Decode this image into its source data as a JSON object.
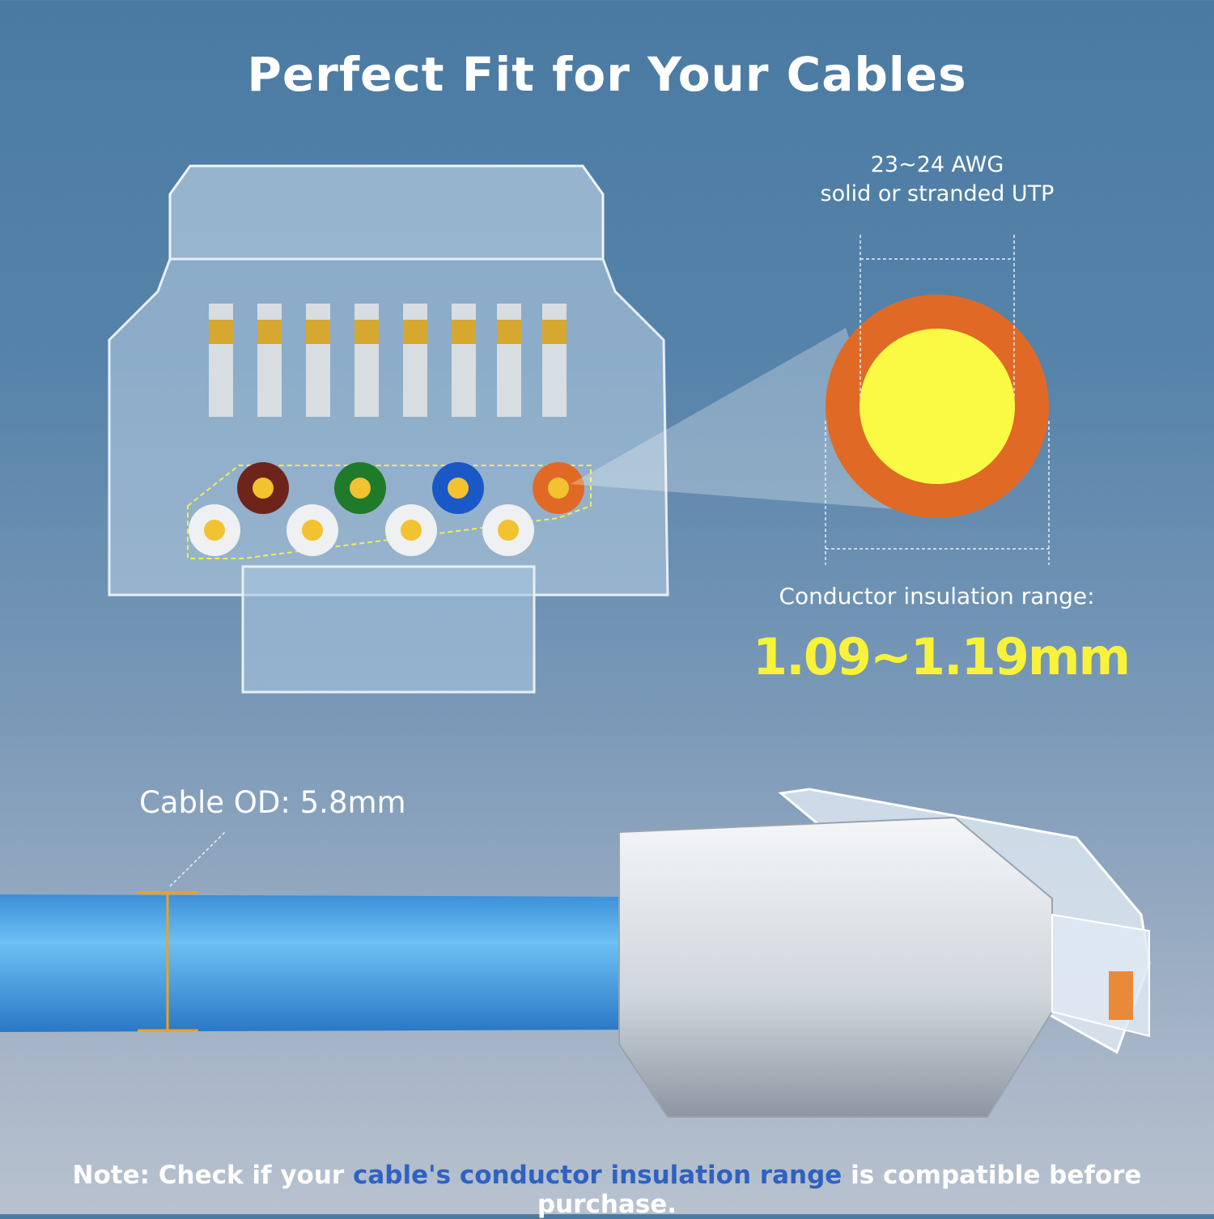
{
  "title": "Perfect Fit for Your Cables",
  "awg": {
    "line1": "23~24 AWG",
    "line2": "solid or stranded UTP"
  },
  "insulation": {
    "label": "Conductor insulation range:",
    "value": "1.09~1.19mm"
  },
  "cable_od": "Cable OD: 5.8mm",
  "note": {
    "prefix": "Note: Check if your ",
    "highlight": "cable's conductor insulation range",
    "suffix": " is compatible before purchase."
  },
  "colors": {
    "insulation_outer": "#e06a25",
    "conductor_core": "#fafa45",
    "highlight_text": "#f8f33a",
    "note_highlight": "#2f62c0",
    "cable": "#2f8fdc",
    "od_marker": "#f0a020"
  },
  "wires": {
    "top_row": [
      "brown",
      "green",
      "blue",
      "orange"
    ],
    "bottom_row": [
      "white",
      "white",
      "white",
      "white"
    ]
  }
}
